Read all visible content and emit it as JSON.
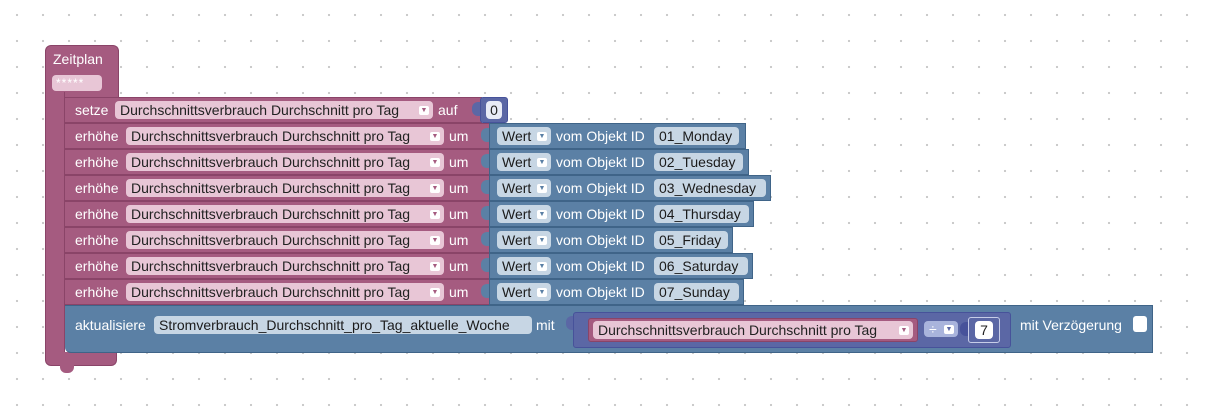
{
  "schedule": {
    "title": "Zeitplan",
    "cron_field": "*****"
  },
  "set_block": {
    "keyword": "setze",
    "variable": "Durchschnittsverbrauch Durchschnitt pro Tag",
    "to_label": "auf",
    "value": "0"
  },
  "increase_rows": [
    {
      "keyword": "erhöhe",
      "variable": "Durchschnittsverbrauch Durchschnitt pro Tag",
      "by_label": "um",
      "value_dropdown": "Wert",
      "from_label": "vom Objekt ID",
      "object_id": "01_Monday"
    },
    {
      "keyword": "erhöhe",
      "variable": "Durchschnittsverbrauch Durchschnitt pro Tag",
      "by_label": "um",
      "value_dropdown": "Wert",
      "from_label": "vom Objekt ID",
      "object_id": "02_Tuesday"
    },
    {
      "keyword": "erhöhe",
      "variable": "Durchschnittsverbrauch Durchschnitt pro Tag",
      "by_label": "um",
      "value_dropdown": "Wert",
      "from_label": "vom Objekt ID",
      "object_id": "03_Wednesday"
    },
    {
      "keyword": "erhöhe",
      "variable": "Durchschnittsverbrauch Durchschnitt pro Tag",
      "by_label": "um",
      "value_dropdown": "Wert",
      "from_label": "vom Objekt ID",
      "object_id": "04_Thursday"
    },
    {
      "keyword": "erhöhe",
      "variable": "Durchschnittsverbrauch Durchschnitt pro Tag",
      "by_label": "um",
      "value_dropdown": "Wert",
      "from_label": "vom Objekt ID",
      "object_id": "05_Friday"
    },
    {
      "keyword": "erhöhe",
      "variable": "Durchschnittsverbrauch Durchschnitt pro Tag",
      "by_label": "um",
      "value_dropdown": "Wert",
      "from_label": "vom Objekt ID",
      "object_id": "06_Saturday"
    },
    {
      "keyword": "erhöhe",
      "variable": "Durchschnittsverbrauch Durchschnitt pro Tag",
      "by_label": "um",
      "value_dropdown": "Wert",
      "from_label": "vom Objekt ID",
      "object_id": "07_Sunday"
    }
  ],
  "update_block": {
    "keyword": "aktualisiere",
    "state_id": "Stromverbrauch_Durchschnitt_pro_Tag_aktuelle_Woche",
    "with_label": "mit",
    "math": {
      "variable": "Durchschnittsverbrauch Durchschnitt pro Tag",
      "operator": "÷",
      "operand": "7"
    },
    "delay_label": "mit Verzögerung"
  },
  "colors": {
    "variables_block": "#a55b80",
    "io_block": "#5b80a5",
    "math_block": "#5b67a5"
  },
  "icons": {
    "dropdown": "triangle-down-icon"
  }
}
